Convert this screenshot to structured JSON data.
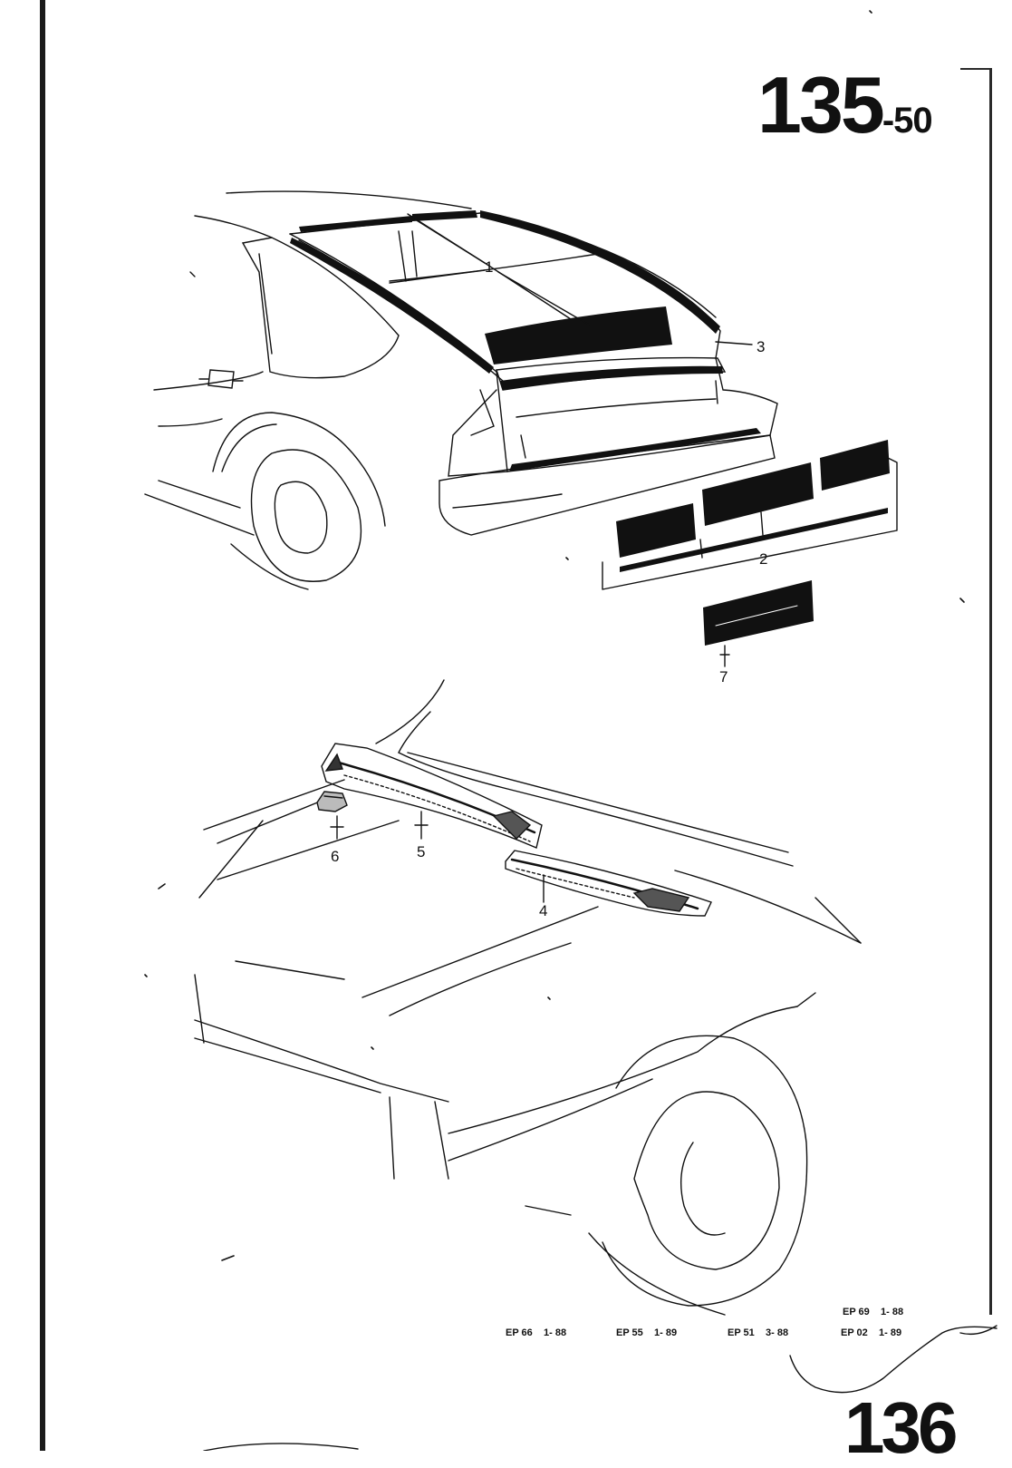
{
  "page_number": {
    "main": "135",
    "sub": "-50"
  },
  "next_page": "136",
  "callouts": [
    "1",
    "2",
    "3",
    "4",
    "5",
    "6",
    "7"
  ],
  "production_codes": [
    {
      "code": "EP 69",
      "date": "1- 88"
    },
    {
      "code": "EP 66",
      "date": "1- 88"
    },
    {
      "code": "EP 55",
      "date": "1- 89"
    },
    {
      "code": "EP 51",
      "date": "3- 88"
    },
    {
      "code": "EP 02",
      "date": "1- 89"
    }
  ],
  "colors": {
    "ink": "#111111",
    "paper": "#ffffff"
  }
}
